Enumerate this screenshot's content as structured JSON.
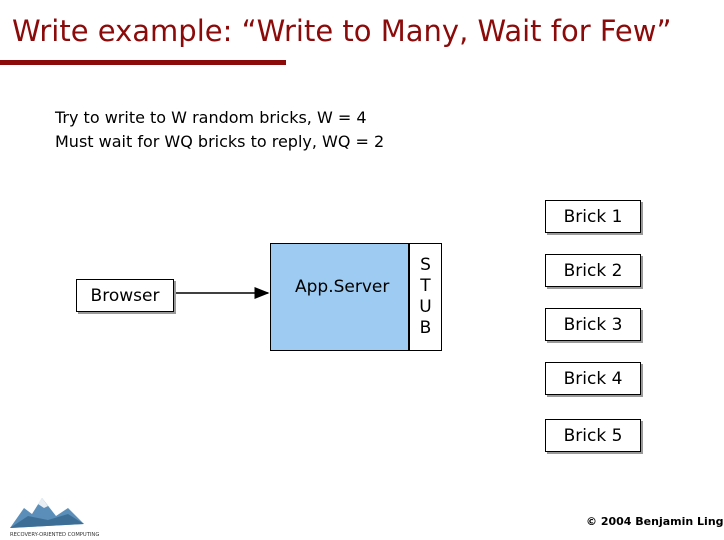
{
  "slide": {
    "title": "Write example: “Write to Many, Wait for Few”",
    "lines": [
      "Try to write to W random bricks, W = 4",
      "Must wait for WQ bricks to reply, WQ = 2"
    ]
  },
  "diagram": {
    "browser": "Browser",
    "appserver": "App.Server",
    "stub_letters": [
      "S",
      "T",
      "U",
      "B"
    ],
    "bricks": [
      "Brick 1",
      "Brick 2",
      "Brick 3",
      "Brick 4",
      "Brick 5"
    ]
  },
  "footer": {
    "logo_text": "RECOVERY-ORIENTED COMPUTING",
    "copyright": "© 2004 Benjamin Ling"
  },
  "colors": {
    "title": "#8b0a0a",
    "appserver_fill": "#9ecbf2"
  }
}
